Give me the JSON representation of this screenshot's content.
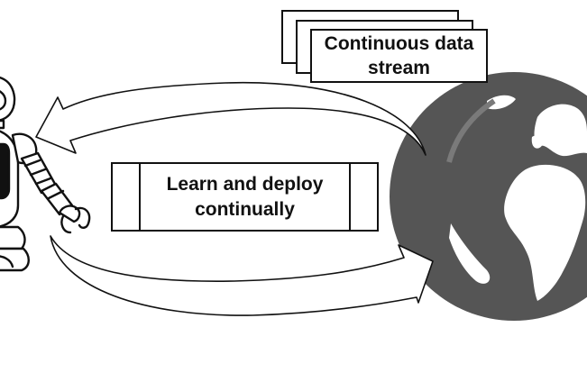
{
  "data_stream": {
    "label_line1": "Continuous data",
    "label_line2": "stream"
  },
  "process": {
    "label_line1": "Learn and deploy",
    "label_line2": "continually"
  },
  "icons": {
    "agent": "robot-icon",
    "environment": "globe-icon"
  },
  "colors": {
    "globe": "#555555",
    "stroke": "#111111",
    "background": "#ffffff"
  }
}
